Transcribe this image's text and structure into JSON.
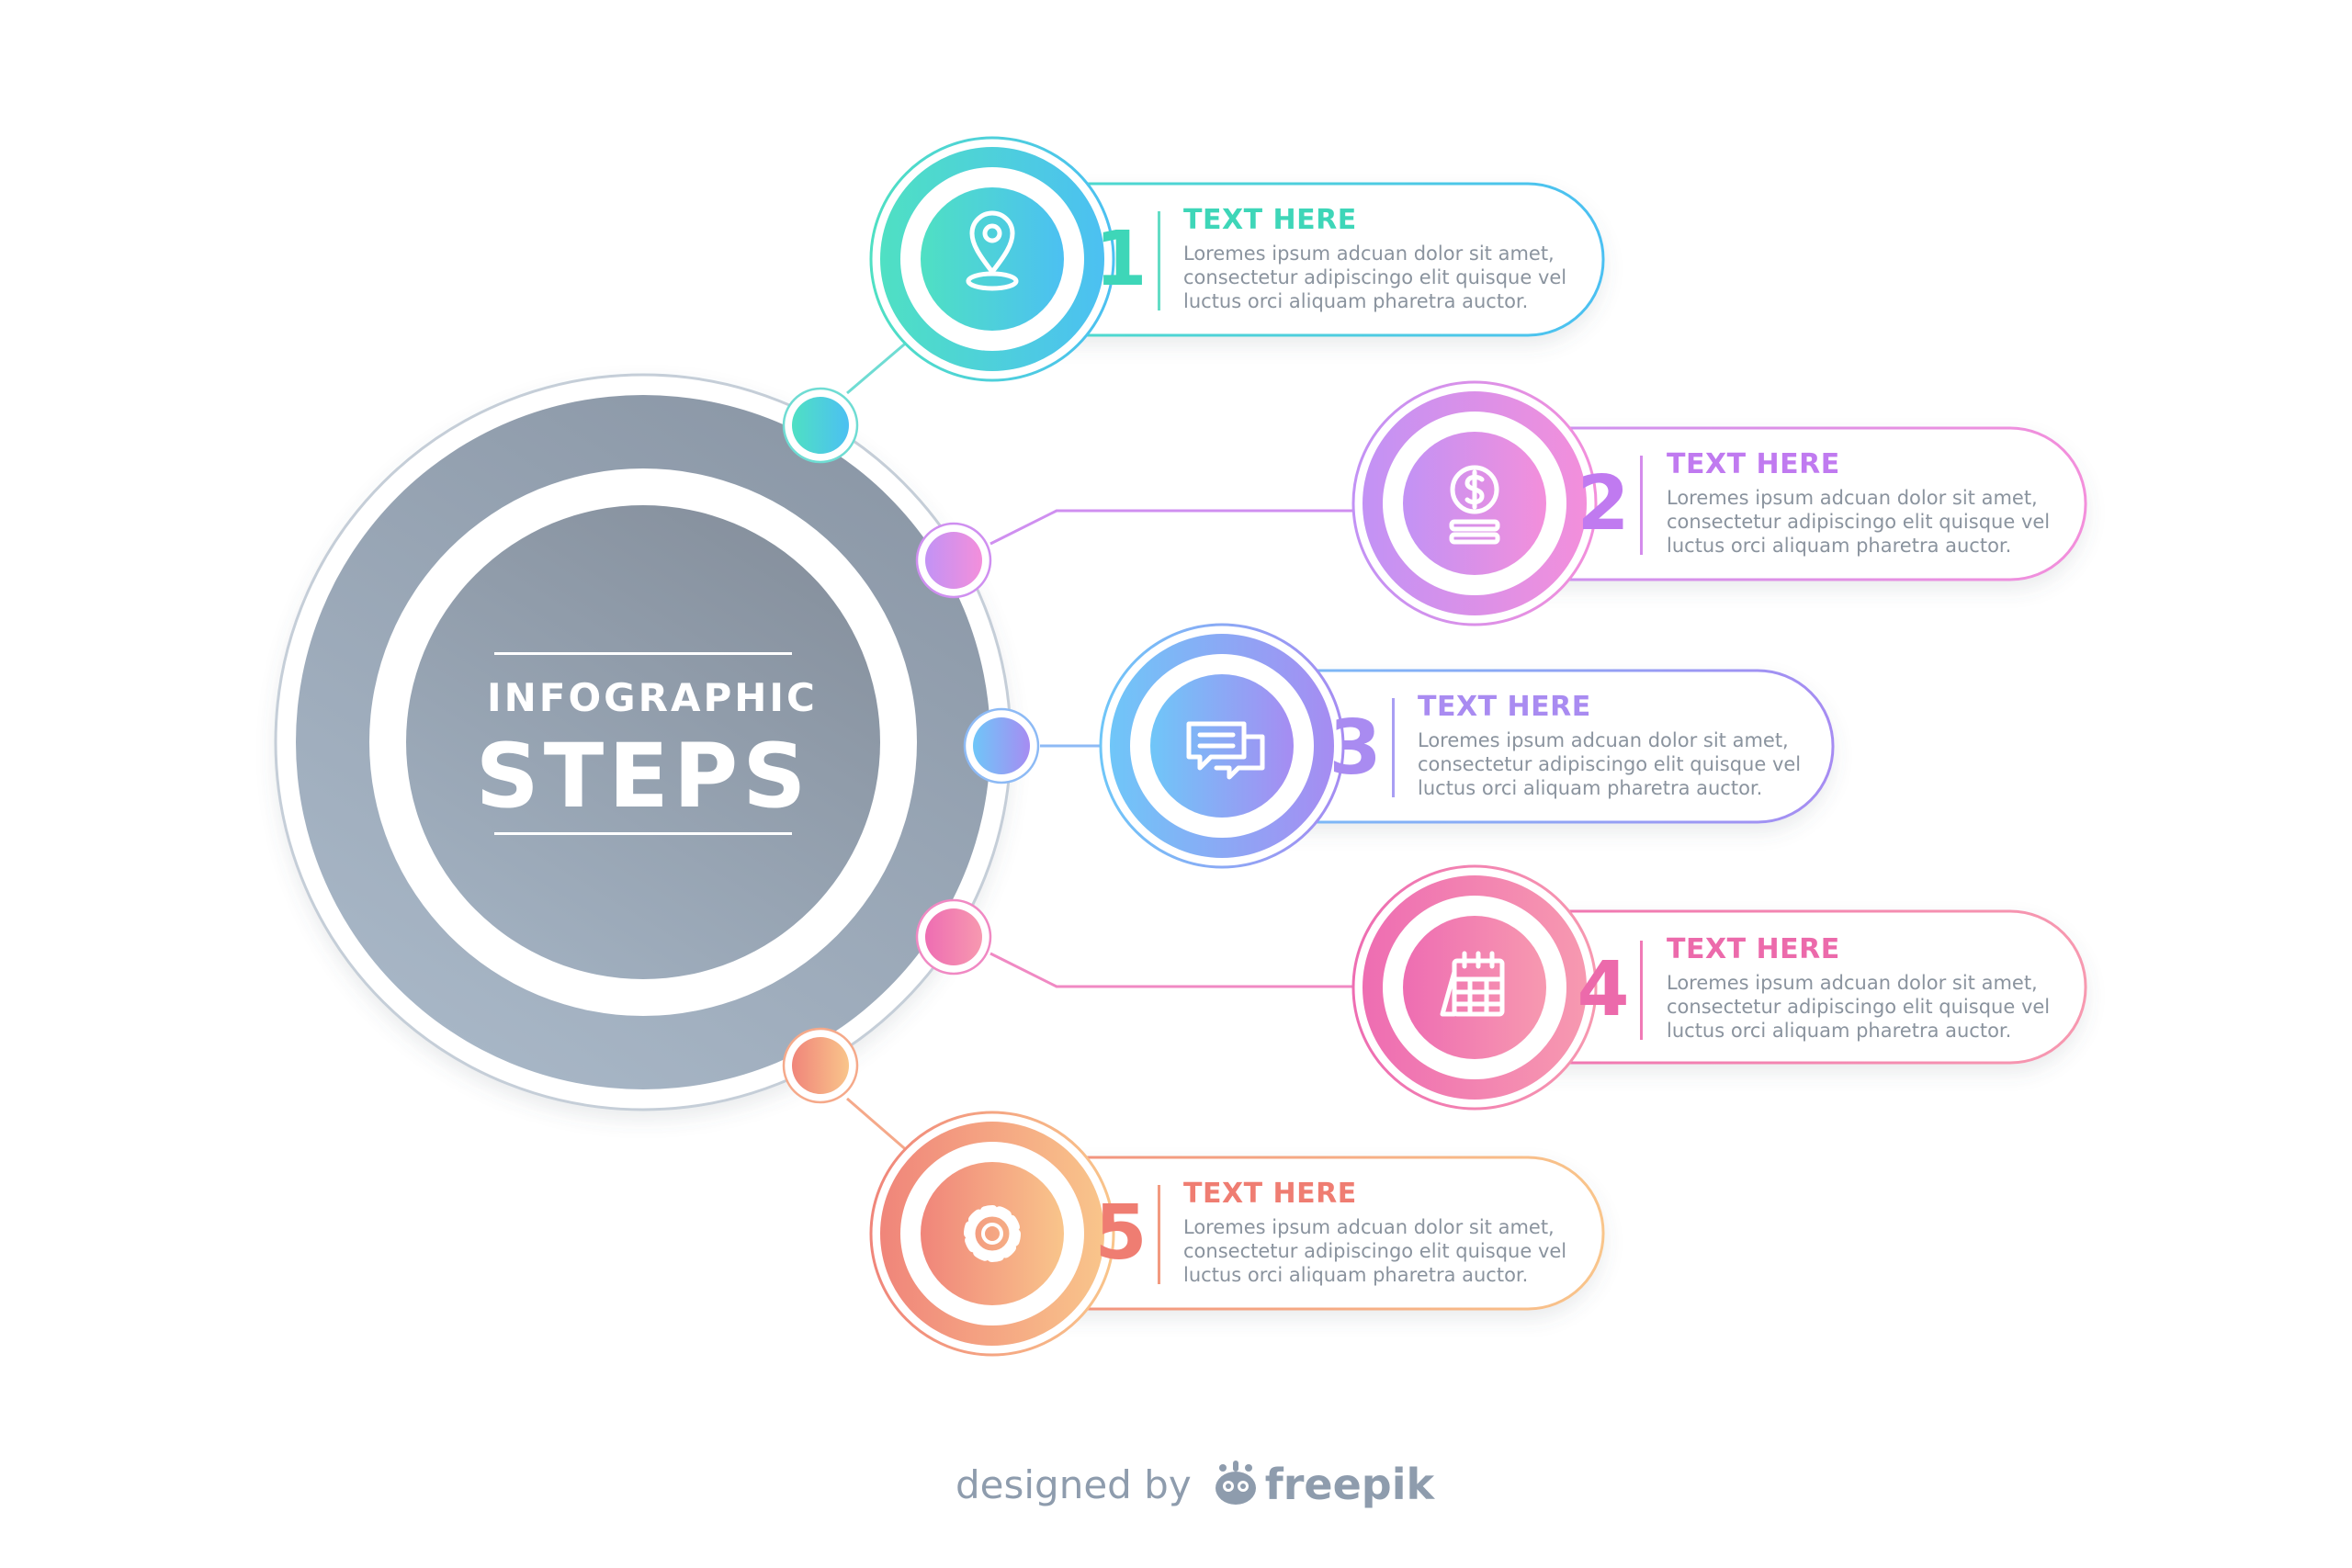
{
  "hub": {
    "line1": "INFOGRAPHIC",
    "line2": "STEPS"
  },
  "steps": [
    {
      "number": "1",
      "title": "TEXT HERE",
      "icon": "location-pin-icon",
      "body": [
        "Loremes ipsum adcuan dolor sit amet,",
        "consectetur adipiscingo elit quisque vel",
        "luctus orci aliquam pharetra auctor."
      ],
      "color_start": "#4fe0c3",
      "color_end": "#4cc0f2",
      "title_color": "#3ed6b8"
    },
    {
      "number": "2",
      "title": "TEXT HERE",
      "icon": "dollar-coin-icon",
      "body": [
        "Loremes ipsum adcuan dolor sit amet,",
        "consectetur adipiscingo elit quisque vel",
        "luctus orci aliquam pharetra auctor."
      ],
      "color_start": "#c292f5",
      "color_end": "#f38fdb",
      "title_color": "#c07af0"
    },
    {
      "number": "3",
      "title": "TEXT HERE",
      "icon": "chat-bubbles-icon",
      "body": [
        "Loremes ipsum adcuan dolor sit amet,",
        "consectetur adipiscingo elit quisque vel",
        "luctus orci aliquam pharetra auctor."
      ],
      "color_start": "#6fc6f8",
      "color_end": "#a68cf2",
      "title_color": "#a98bf1"
    },
    {
      "number": "4",
      "title": "TEXT HERE",
      "icon": "calendar-icon",
      "body": [
        "Loremes ipsum adcuan dolor sit amet,",
        "consectetur adipiscingo elit quisque vel",
        "luctus orci aliquam pharetra auctor."
      ],
      "color_start": "#ee6db2",
      "color_end": "#f799b0",
      "title_color": "#ec6aab"
    },
    {
      "number": "5",
      "title": "TEXT HERE",
      "icon": "gear-icon",
      "body": [
        "Loremes ipsum adcuan dolor sit amet,",
        "consectetur adipiscingo elit quisque vel",
        "luctus orci aliquam pharetra auctor."
      ],
      "color_start": "#f0857a",
      "color_end": "#f9c58b",
      "title_color": "#ef7d72"
    }
  ],
  "credit": {
    "prefix": "designed by",
    "brand": "freepik",
    "icon": "freepik-logo-icon"
  }
}
